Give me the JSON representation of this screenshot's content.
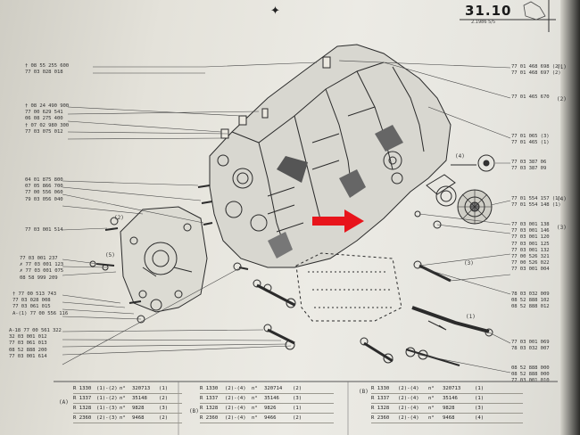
{
  "header": {
    "page_number": "31.10",
    "date_code": "2.1986 5/5",
    "center_mark": "✦"
  },
  "left_part_numbers": [
    {
      "id": "a",
      "lines": [
        "† 08 55 255 600",
        "77 03 028 018"
      ]
    },
    {
      "id": "b",
      "lines": [
        "† 08 24 490 900",
        "77 00 629 541",
        "06 08 275 400",
        "† 07 02 980 300",
        "77 03 075 012"
      ]
    },
    {
      "id": "c",
      "lines": [
        "04 01 875 800",
        "07 05 866 700",
        "77 00 556 060",
        "79 03 056 040"
      ]
    },
    {
      "id": "d",
      "lines": [
        "77 03 001 514"
      ]
    },
    {
      "id": "e",
      "lines": [
        "77 03 001 237",
        "✗ 77 03 001 123",
        "✗ 77 03 001 075",
        "08 58 999 209"
      ]
    },
    {
      "id": "f",
      "lines": [
        "† 77 00 513 743",
        "77 03 028 008",
        "77 03 061 015",
        "A-(1) 77 00 556 116"
      ]
    },
    {
      "id": "g",
      "lines": [
        "A-18 77 00 561 322",
        "32 03 001 012",
        "77 03 061 013",
        "08 52 888 200",
        "77 03 001 614"
      ]
    }
  ],
  "right_part_numbers": [
    {
      "id": "h",
      "lines": [
        "77 01 468 698 (2)",
        "77 01 468 697 (2)"
      ]
    },
    {
      "id": "i",
      "lines": [
        "77 01 465 670"
      ]
    },
    {
      "id": "j",
      "lines": [
        "77 01 065 (3)",
        "77 01 465 (1)"
      ]
    },
    {
      "id": "k",
      "lines": [
        "77 03 387 06",
        "77 03 387 09"
      ]
    },
    {
      "id": "l",
      "lines": [
        "77 01 554 157 (1)",
        "77 01 554 148 (1)"
      ]
    },
    {
      "id": "m",
      "lines": [
        "77 03 001 138",
        "77 03 001 146",
        "77 03 001 120",
        "77 03 001 125",
        "77 03 001 132",
        "77 00 526 321",
        "77 00 526 022",
        "77 03 001 004"
      ]
    },
    {
      "id": "n",
      "lines": [
        "78 03 032 009",
        "08 52 888 102",
        "08 52 888 012"
      ]
    },
    {
      "id": "o",
      "lines": [
        "77 03 001 069",
        "78 03 032 007"
      ]
    },
    {
      "id": "p",
      "lines": [
        "08 52 888 000",
        "08 52 888 000",
        "77 03 001 010"
      ]
    }
  ],
  "side_refs": [
    "(1)",
    "(2)",
    "(4)",
    "(3)"
  ],
  "small_refs": [
    "(2)",
    "(5)",
    "(4)",
    "(1)",
    "(3)"
  ],
  "tables": {
    "left": [
      [
        "R 1330",
        "(1)-(2)",
        "n°",
        "320713",
        "(1)"
      ],
      [
        "R 1337",
        "(1)-(2)",
        "n°",
        "35148",
        "(2)"
      ],
      [
        "R 1328",
        "(1)-(3)",
        "n°",
        "9828",
        "(3)"
      ],
      [
        "R 2360",
        "(2)-(3)",
        "n°",
        "9468",
        "(2)"
      ]
    ],
    "middle": [
      [
        "R 1330",
        "(2)-(4)",
        "n°",
        "320714",
        "(2)"
      ],
      [
        "R 1337",
        "(2)-(4)",
        "n°",
        "35146",
        "(3)"
      ],
      [
        "R 1328",
        "(2)-(4)",
        "n°",
        "9826",
        "(1)"
      ],
      [
        "R 2360",
        "(2)-(4)",
        "n°",
        "9466",
        "(2)"
      ]
    ],
    "right": [
      [
        "R 1330",
        "(2)-(4)",
        "n°",
        "320713",
        "(1)"
      ],
      [
        "R 1337",
        "(2)-(4)",
        "n°",
        "35146",
        "(1)"
      ],
      [
        "R 1328",
        "(2)-(4)",
        "n°",
        "9828",
        "(3)"
      ],
      [
        "R 2360",
        "(2)-(4)",
        "n°",
        "9468",
        "(4)"
      ]
    ],
    "row_tags": [
      "(A)",
      "(B)",
      "(B)"
    ]
  },
  "colors": {
    "arrow": "#e8141b",
    "ink": "#2b2b2b"
  }
}
